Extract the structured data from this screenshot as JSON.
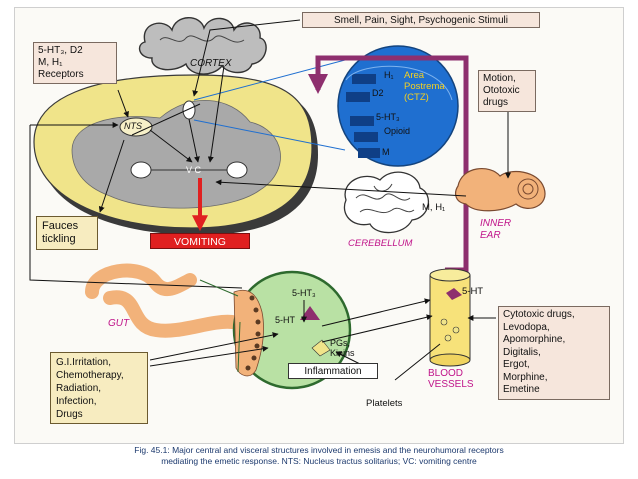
{
  "labels": {
    "stimuli": "Smell, Pain, Sight, Psychogenic Stimuli",
    "cortex": "CORTEX",
    "nts_receptors": [
      "5-HT₃, D2",
      "M, H₁",
      "Receptors"
    ],
    "nts": "NTS",
    "vc": "V C",
    "vomiting": "VOMITING",
    "fauces": [
      "Fauces",
      "tickling"
    ],
    "ctz_title": [
      "Area",
      "Postrema",
      "(CTZ)"
    ],
    "ctz_receptors": [
      "H₁",
      "D2",
      "5-HT₃",
      "Opioid",
      "M"
    ],
    "motion": [
      "Motion,",
      "Ototoxic",
      "drugs"
    ],
    "cerebellum": "CEREBELLUM",
    "inner_ear_receptors": "M, H₁",
    "inner_ear": [
      "INNER",
      "EAR"
    ],
    "gut": "GUT",
    "gut_5ht3": "5-HT₃",
    "gut_5ht": "5-HT",
    "pgs": [
      "PGs,",
      "Kinins"
    ],
    "inflammation": "Inflammation",
    "gi_causes": [
      "G.I.Irritation,",
      "Chemotherapy,",
      "Radiation,",
      "Infection,",
      "Drugs"
    ],
    "vessel_5ht": "5-HT",
    "blood_vessels": [
      "BLOOD",
      "VESSELS"
    ],
    "platelets": "Platelets",
    "drugs": [
      "Cytotoxic drugs,",
      "Levodopa,",
      "Apomorphine,",
      "Digitalis,",
      "Ergot,",
      "Morphine,",
      "Emetine"
    ]
  },
  "caption": {
    "line1": "Fig. 45.1: Major central and visceral structures involved in emesis and the neurohumoral receptors",
    "line2": "mediating the emetic response. NTS: Nucleus tractus solitarius; VC: vomiting centre"
  },
  "colors": {
    "ctz_fill": "#1f6fd0",
    "pathway": "#8e2f6e",
    "vomiting_arrow": "#e02020",
    "vomiting_box": "#e02020",
    "medulla_yellow": "#f0e48a",
    "gut_orange": "#f2b27a",
    "label_magenta": "#c0158a"
  }
}
